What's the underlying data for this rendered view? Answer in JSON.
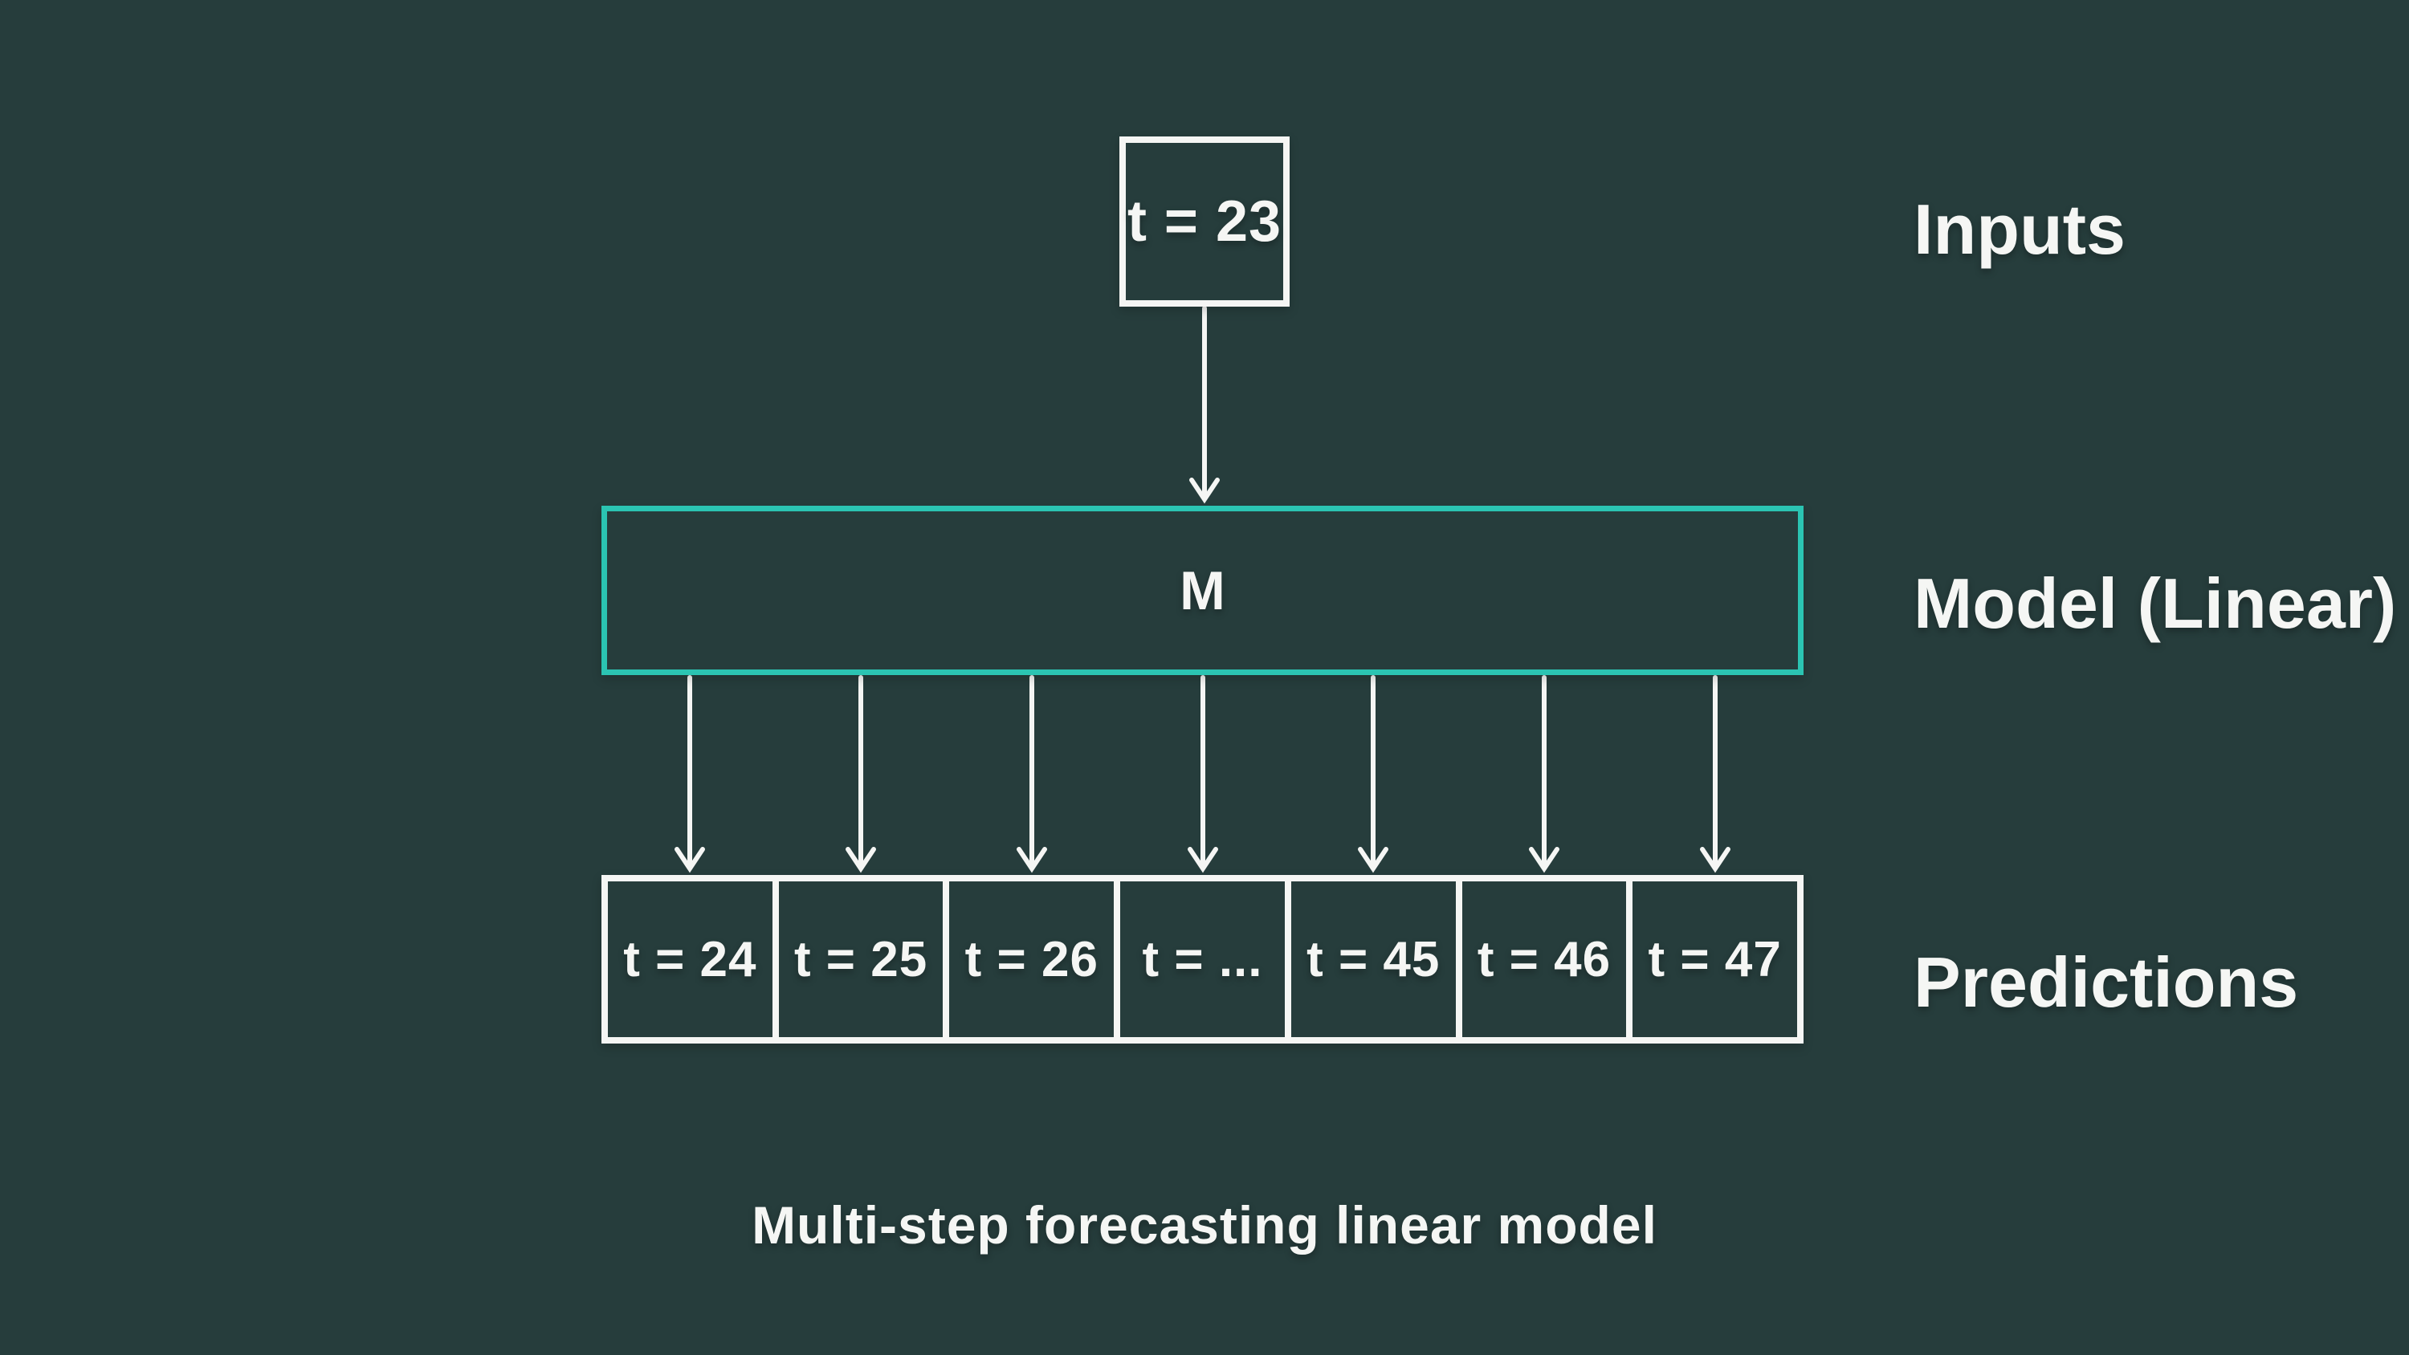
{
  "colors": {
    "background": "#263d3c",
    "accent": "#2bc4b2",
    "foreground": "#f5f6f4"
  },
  "diagram": {
    "input_box": {
      "label": "t = 23"
    },
    "model_box": {
      "label": "M"
    },
    "predictions": [
      {
        "label": "t = 24"
      },
      {
        "label": "t = 25"
      },
      {
        "label": "t = 26"
      },
      {
        "label": "t = ..."
      },
      {
        "label": "t = 45"
      },
      {
        "label": "t = 46"
      },
      {
        "label": "t = 47"
      }
    ],
    "labels": {
      "inputs": "Inputs",
      "model": "Model (Linear)",
      "predictions": "Predictions"
    },
    "caption": "Multi-step forecasting linear model"
  }
}
